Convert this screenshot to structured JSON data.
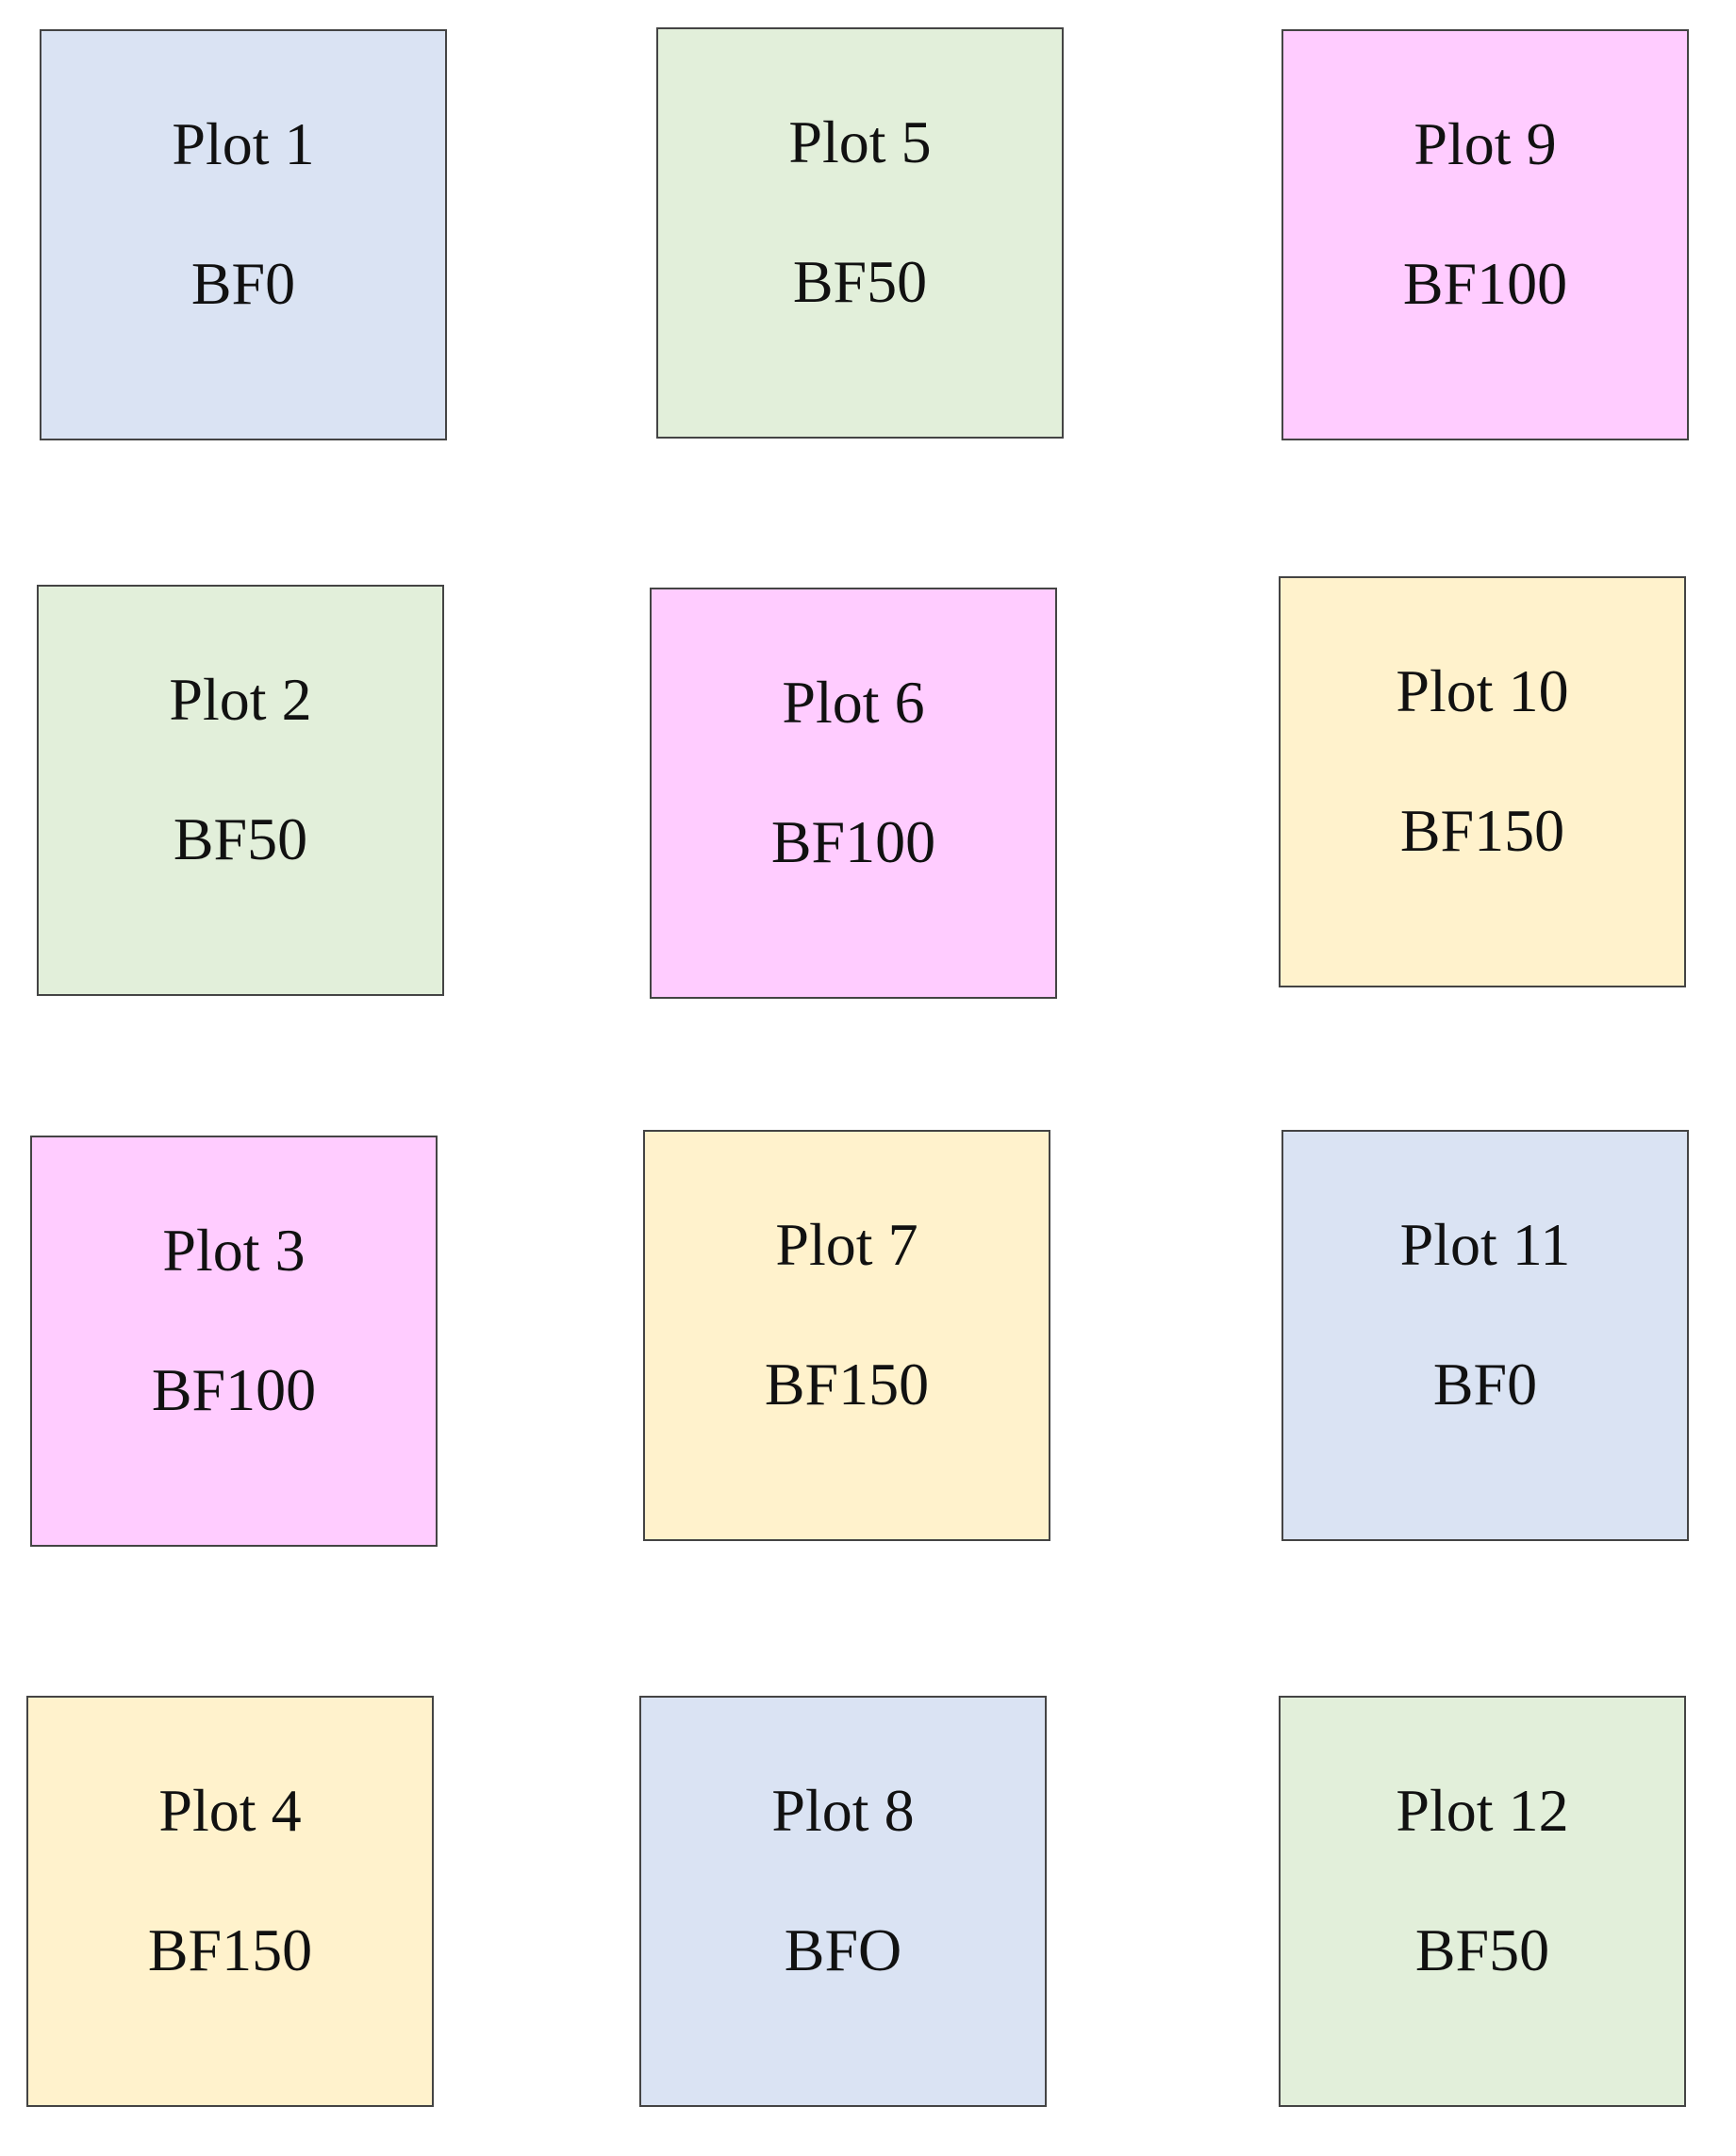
{
  "colors": {
    "BF0": "#dae3f3",
    "BF50": "#e2efda",
    "BF100": "#ffccff",
    "BF150": "#fff2cc",
    "border": "#444444"
  },
  "plots": [
    {
      "name": "Plot 1",
      "treatment": "BF0",
      "color_key": "BF0"
    },
    {
      "name": "Plot 2",
      "treatment": "BF50",
      "color_key": "BF50"
    },
    {
      "name": "Plot 3",
      "treatment": "BF100",
      "color_key": "BF100"
    },
    {
      "name": "Plot 4",
      "treatment": "BF150",
      "color_key": "BF150"
    },
    {
      "name": "Plot 5",
      "treatment": "BF50",
      "color_key": "BF50"
    },
    {
      "name": "Plot 6",
      "treatment": "BF100",
      "color_key": "BF100"
    },
    {
      "name": "Plot 7",
      "treatment": "BF150",
      "color_key": "BF150"
    },
    {
      "name": "Plot 8",
      "treatment": "BFO",
      "color_key": "BF0"
    },
    {
      "name": "Plot 9",
      "treatment": "BF100",
      "color_key": "BF100"
    },
    {
      "name": "Plot 10",
      "treatment": "BF150",
      "color_key": "BF150"
    },
    {
      "name": "Plot 11",
      "treatment": "BF0",
      "color_key": "BF0"
    },
    {
      "name": "Plot 12",
      "treatment": "BF50",
      "color_key": "BF50"
    }
  ]
}
